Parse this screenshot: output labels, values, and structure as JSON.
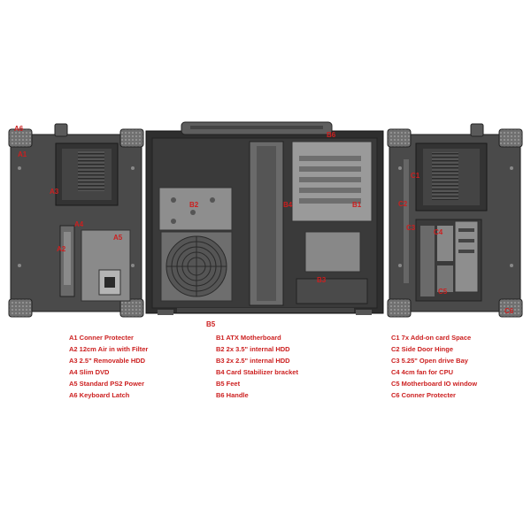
{
  "callouts": {
    "A1": "A1",
    "A2": "A2",
    "A3": "A3",
    "A4": "A4",
    "A5": "A5",
    "A6": "A6",
    "B1": "B1",
    "B2": "B2",
    "B3": "B3",
    "B4": "B4",
    "B5": "B5",
    "B6": "B6",
    "C1": "C1",
    "C2": "C2",
    "C3": "C3",
    "C4": "C4",
    "C5": "C5",
    "C6": "C6"
  },
  "legend": {
    "a": [
      "A1 Conner Protecter",
      "A2 12cm Air in with Filter",
      "A3 2.5\" Removable HDD",
      "A4 Slim DVD",
      "A5 Standard PS2 Power",
      "A6 Keyboard Latch"
    ],
    "b": [
      "B1 ATX Motherboard",
      "B2 2x 3.5\" internal HDD",
      "B3 2x 2.5\" internal HDD",
      "B4 Card Stabilizer bracket",
      "B5 Feet",
      "B6 Handle"
    ],
    "c": [
      "C1 7x Add-on card Space",
      "C2 Side Door Hinge",
      "C3 5.25\" Open drive Bay",
      "C4 4cm fan for CPU",
      "C5 Motherboard IO window",
      "C6 Conner Protecter"
    ]
  },
  "colors": {
    "panel": "#4a4a4a",
    "panel_dark": "#2e2e2e",
    "interior": "#3a3a3a",
    "bay": "#8e8e8e",
    "board": "#b5b5b5",
    "label": "#cc1f1f"
  }
}
